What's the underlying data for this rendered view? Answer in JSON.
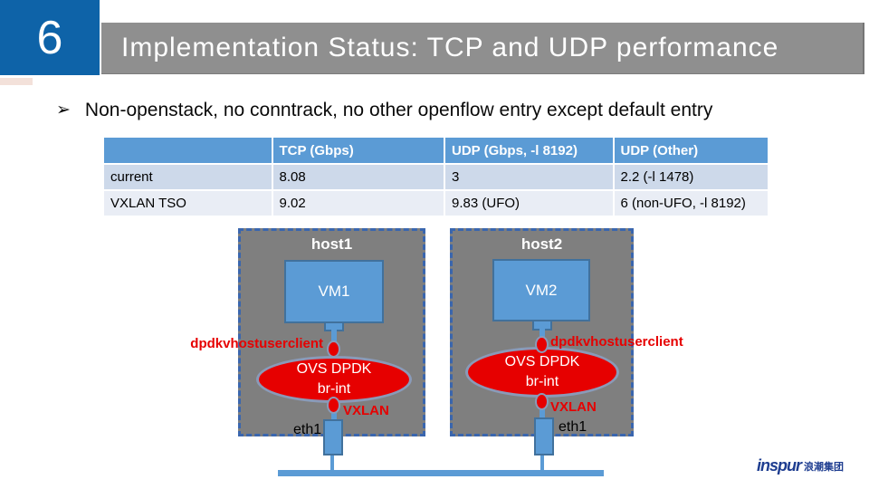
{
  "slide": {
    "page_number": "6",
    "title": "Implementation Status: TCP and UDP performance",
    "bullet_marker": "➢",
    "bullet": "Non-openstack, no conntrack, no other openflow entry except default entry"
  },
  "colors": {
    "number-blue": "#0E63A8",
    "title-gray": "#8F8F8F",
    "accent-strip": "#F3E1DA",
    "accent-blue": "#5B9BD5",
    "vm-border": "#41719C",
    "row-odd": "#CDD9EA",
    "row-even": "#E9EDF5",
    "host-gray": "#7F7F7F",
    "dash-blue": "#3A66AE",
    "red": "#E60000",
    "dot-border": "#8A9AB8",
    "text-black": "#0A0A0A",
    "logo-blue": "#1E3D90"
  },
  "table": {
    "headers": [
      "",
      "TCP (Gbps)",
      "UDP (Gbps, -l 8192)",
      "UDP (Other)"
    ],
    "rows": [
      {
        "label": "current",
        "cells": [
          "8.08",
          "3",
          "2.2 (-l 1478)"
        ]
      },
      {
        "label": "VXLAN TSO",
        "cells": [
          "9.02",
          "9.83 (UFO)",
          "6 (non-UFO, -l 8192)"
        ]
      }
    ]
  },
  "diagram": {
    "host1": {
      "name": "host1",
      "vm": "VM1",
      "port_label": "dpdkvhostuserclient",
      "bridge_line1": "OVS DPDK",
      "bridge_line2": "br-int",
      "tunnel_label": "VXLAN",
      "nic_label": "eth1"
    },
    "host2": {
      "name": "host2",
      "vm": "VM2",
      "port_label": "dpdkvhostuserclient",
      "bridge_line1": "OVS DPDK",
      "bridge_line2": "br-int",
      "tunnel_label": "VXLAN",
      "nic_label": "eth1"
    }
  },
  "footer": {
    "logo_text": "inspur",
    "logo_cjk": "浪潮集团"
  }
}
